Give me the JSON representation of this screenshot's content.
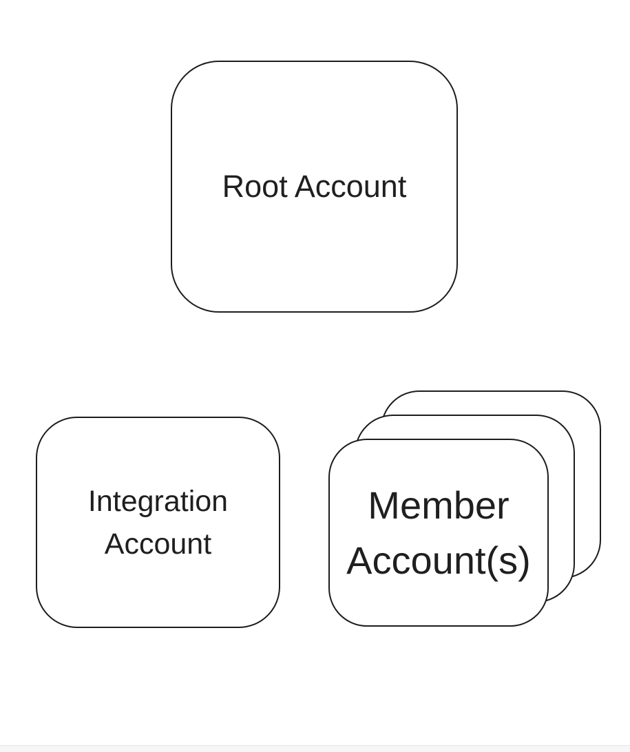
{
  "canvas": {
    "background": "#ffffff",
    "node_border_color": "#1c1c1c",
    "node_fill_color": "#ffffff",
    "text_color": "#1f1f1f"
  },
  "nodes": {
    "root": {
      "label": "Root Account"
    },
    "integration": {
      "label": "Integration Account",
      "lines": [
        "Integration",
        "Account"
      ]
    },
    "member": {
      "label": "Member Account(s)",
      "lines": [
        "Member",
        "Account(s)"
      ],
      "stack_count": 3
    }
  },
  "footer": {
    "bar_color": "#f6f6f6",
    "bar_border_color": "#e7e7e7"
  }
}
